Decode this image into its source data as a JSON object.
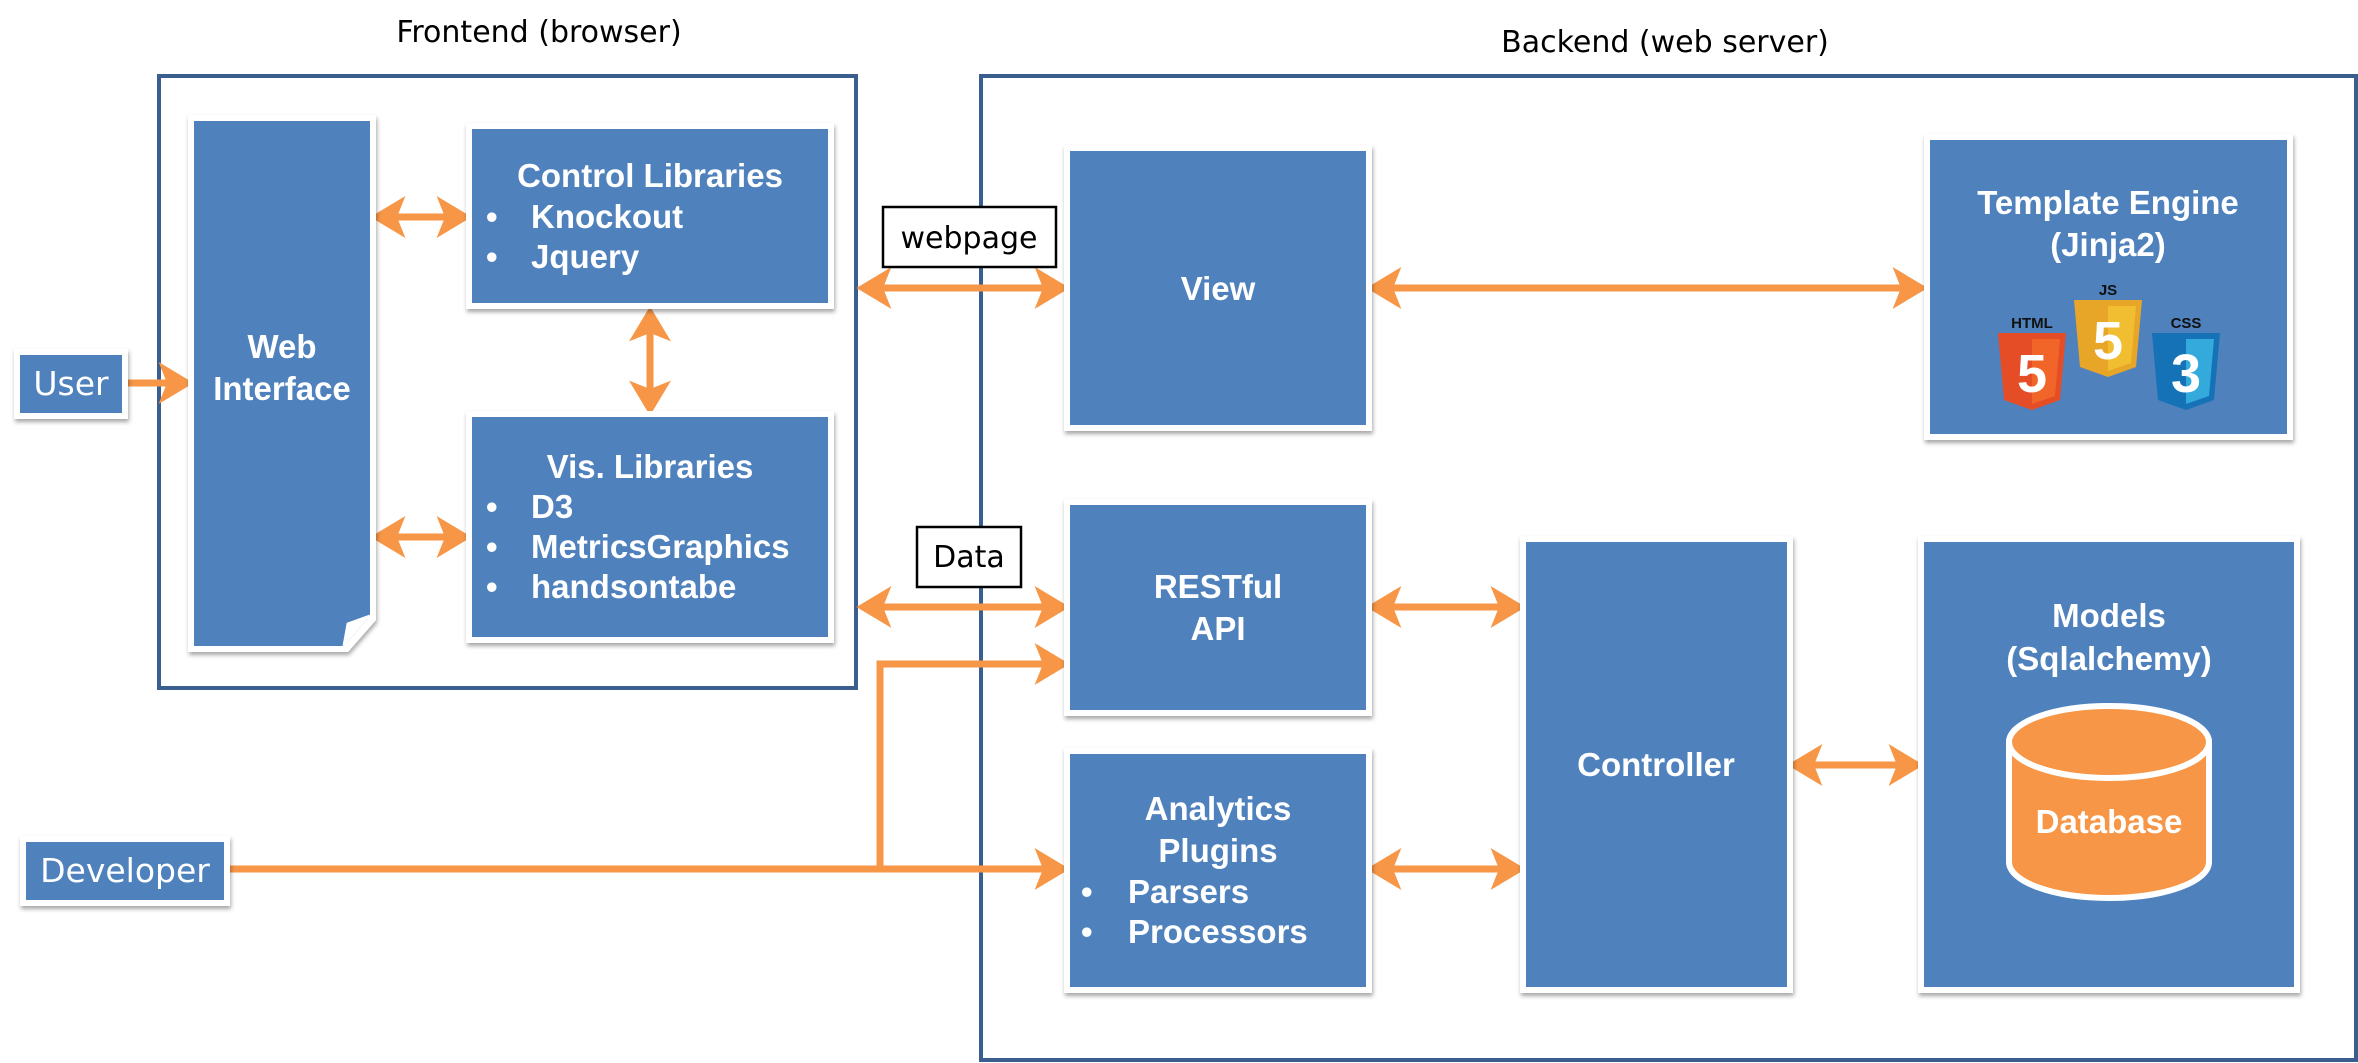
{
  "regions": {
    "frontend_label": "Frontend (browser)",
    "backend_label": "Backend (web server)"
  },
  "actors": {
    "user": "User",
    "developer": "Developer"
  },
  "frontend": {
    "web_interface": {
      "line1": "Web",
      "line2": "Interface"
    },
    "control_libraries": {
      "title": "Control Libraries",
      "items": [
        "Knockout",
        "Jquery"
      ]
    },
    "vis_libraries": {
      "title": "Vis. Libraries",
      "items": [
        "D3",
        "MetricsGraphics",
        "handsontabe"
      ]
    }
  },
  "connector_labels": {
    "webpage": "webpage",
    "data": "Data"
  },
  "backend": {
    "view": "View",
    "template_engine": {
      "line1": "Template Engine",
      "line2": "(Jinja2)",
      "icons": [
        {
          "name": "html5-icon",
          "label": "HTML",
          "glyph": "5",
          "color": "#e44d26"
        },
        {
          "name": "js-icon",
          "label": "JS",
          "glyph": "5",
          "color": "#e8a628"
        },
        {
          "name": "css3-icon",
          "label": "CSS",
          "glyph": "3",
          "color": "#1572b6"
        }
      ]
    },
    "restful_api": {
      "line1": "RESTful",
      "line2": "API"
    },
    "analytics_plugins": {
      "line1": "Analytics",
      "line2": "Plugins",
      "items": [
        "Parsers",
        "Processors"
      ]
    },
    "controller": "Controller",
    "models": {
      "line1": "Models",
      "line2": "(Sqlalchemy)",
      "database": "Database"
    }
  },
  "bullet": "•",
  "colors": {
    "box": "#4f81bd",
    "arrow": "#f79646",
    "frame": "#3a5f8f",
    "database": "#f79646"
  }
}
